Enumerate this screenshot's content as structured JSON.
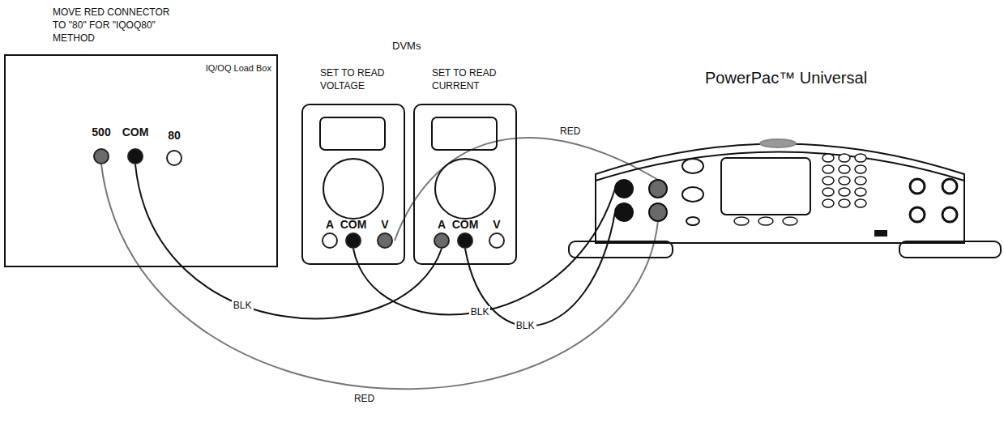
{
  "diagram": {
    "nodes": [
      {
        "text": [
          "IQ/OQ Load Box"
        ]
      },
      {
        "text": [
          "500"
        ],
        "in": 0
      },
      {
        "text": [
          "COM"
        ],
        "in": 0
      },
      {
        "text": [
          "80"
        ],
        "in": 0
      },
      {
        "text": [
          "SET TO READ VOLTAGE"
        ]
      },
      {
        "text": [
          "A"
        ],
        "in": 4
      },
      {
        "text": [
          "COM"
        ],
        "in": 4
      },
      {
        "text": [
          "V"
        ],
        "in": 4
      },
      {
        "text": [
          "SET TO READ CURRENT"
        ]
      },
      {
        "text": [
          "A"
        ],
        "in": 8
      },
      {
        "text": [
          "COM"
        ],
        "in": 8
      },
      {
        "text": [
          "V"
        ],
        "in": 8
      },
      {
        "text": [
          "PowerPac™ Universal"
        ]
      }
    ],
    "edges": [
      {
        "from": 2,
        "to": 9,
        "arrow": "none",
        "label": "BLK"
      },
      {
        "from": 7,
        "to": 12,
        "arrow": "none",
        "label": "RED"
      },
      {
        "from": 6,
        "to": 12,
        "arrow": "none",
        "label": "BLK"
      },
      {
        "from": 10,
        "to": 12,
        "arrow": "none",
        "label": "BLK"
      },
      {
        "from": 1,
        "to": 12,
        "arrow": "none",
        "label": "RED"
      }
    ],
    "labels": [
      "MOVE RED CONNECTOR TO \"80\" FOR \"IQOQ80\" METHOD",
      "DVMs"
    ]
  }
}
